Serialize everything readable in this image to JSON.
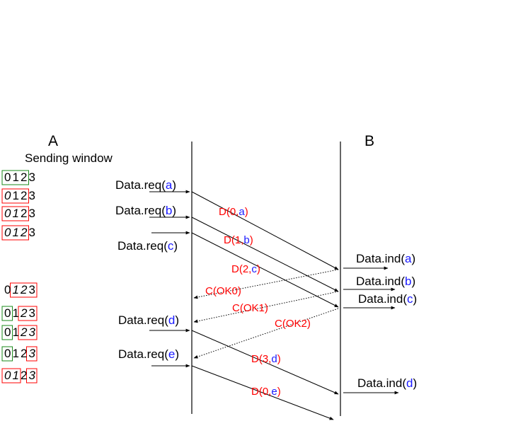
{
  "stations": {
    "a": "A",
    "b": "B"
  },
  "window_title": "Sending window",
  "colors": {
    "green": "#1a8a1a",
    "red": "#ff0000",
    "blue": "#1a1aff",
    "black": "#000000"
  },
  "windows": [
    {
      "digits": [
        "0",
        "1",
        "2",
        "3"
      ],
      "colors": [
        "green",
        "green",
        "green",
        "black"
      ],
      "italic": [
        false,
        false,
        false,
        false
      ],
      "boxes": [
        [
          "green",
          0,
          2
        ]
      ]
    },
    {
      "digits": [
        "0",
        "1",
        "2",
        "3"
      ],
      "colors": [
        "red",
        "green",
        "green",
        "black"
      ],
      "italic": [
        true,
        false,
        false,
        false
      ],
      "boxes": [
        [
          "red",
          0,
          2
        ]
      ]
    },
    {
      "digits": [
        "0",
        "1",
        "2",
        "3"
      ],
      "colors": [
        "red",
        "red",
        "green",
        "black"
      ],
      "italic": [
        true,
        true,
        false,
        false
      ],
      "boxes": [
        [
          "red",
          0,
          2
        ]
      ]
    },
    {
      "digits": [
        "0",
        "1",
        "2",
        "3"
      ],
      "colors": [
        "red",
        "red",
        "red",
        "black"
      ],
      "italic": [
        true,
        true,
        true,
        false
      ],
      "boxes": [
        [
          "red",
          0,
          2
        ]
      ]
    },
    {
      "digits": [
        "0",
        "1",
        "2",
        "3"
      ],
      "colors": [
        "blue",
        "red",
        "red",
        "green"
      ],
      "italic": [
        false,
        true,
        true,
        false
      ],
      "boxes": [
        [
          "red",
          1,
          3
        ]
      ]
    },
    {
      "digits": [
        "0",
        "1",
        "2",
        "3"
      ],
      "colors": [
        "green",
        "blue",
        "red",
        "green"
      ],
      "italic": [
        false,
        false,
        true,
        false
      ],
      "boxes": [
        [
          "green",
          0,
          0
        ],
        [
          "red",
          2,
          3
        ]
      ]
    },
    {
      "digits": [
        "0",
        "1",
        "2",
        "3"
      ],
      "colors": [
        "green",
        "blue",
        "red",
        "red"
      ],
      "italic": [
        false,
        false,
        true,
        true
      ],
      "boxes": [
        [
          "green",
          0,
          0
        ],
        [
          "red",
          2,
          3
        ]
      ]
    },
    {
      "digits": [
        "0",
        "1",
        "2",
        "3"
      ],
      "colors": [
        "green",
        "blue",
        "blue",
        "red"
      ],
      "italic": [
        false,
        false,
        false,
        true
      ],
      "boxes": [
        [
          "green",
          0,
          0
        ],
        [
          "red",
          3,
          3
        ]
      ]
    },
    {
      "digits": [
        "0",
        "1",
        "2",
        "3"
      ],
      "colors": [
        "red",
        "red",
        "blue",
        "red"
      ],
      "italic": [
        true,
        true,
        false,
        true
      ],
      "boxes": [
        [
          "red",
          0,
          1
        ],
        [
          "red",
          3,
          3
        ]
      ]
    }
  ],
  "requests": [
    {
      "prefix": "Data.req(",
      "arg": "a",
      "suffix": ")"
    },
    {
      "prefix": "Data.req(",
      "arg": "b",
      "suffix": ")"
    },
    {
      "prefix": "Data.req(",
      "arg": "c",
      "suffix": ")"
    },
    {
      "prefix": "Data.req(",
      "arg": "d",
      "suffix": ")"
    },
    {
      "prefix": "Data.req(",
      "arg": "e",
      "suffix": ")"
    }
  ],
  "data_frames": [
    {
      "prefix": "D(",
      "seq": "0",
      "sep": ",",
      "payload": "a",
      "suffix": ")"
    },
    {
      "prefix": "D(",
      "seq": "1",
      "sep": ",",
      "payload": "b",
      "suffix": ")"
    },
    {
      "prefix": "D(",
      "seq": "2",
      "sep": ",",
      "payload": "c",
      "suffix": ")"
    },
    {
      "prefix": "D(",
      "seq": "3",
      "sep": ",",
      "payload": "d",
      "suffix": ")"
    },
    {
      "prefix": "D(",
      "seq": "0",
      "sep": ",",
      "payload": "e",
      "suffix": ")"
    }
  ],
  "control_frames": [
    "C(OK0)",
    "C(OK1)",
    "C(OK2)"
  ],
  "indications": [
    {
      "prefix": "Data.ind(",
      "arg": "a",
      "suffix": ")"
    },
    {
      "prefix": "Data.ind(",
      "arg": "b",
      "suffix": ")"
    },
    {
      "prefix": "Data.ind(",
      "arg": "c",
      "suffix": ")"
    },
    {
      "prefix": "Data.ind(",
      "arg": "d",
      "suffix": ")"
    }
  ]
}
